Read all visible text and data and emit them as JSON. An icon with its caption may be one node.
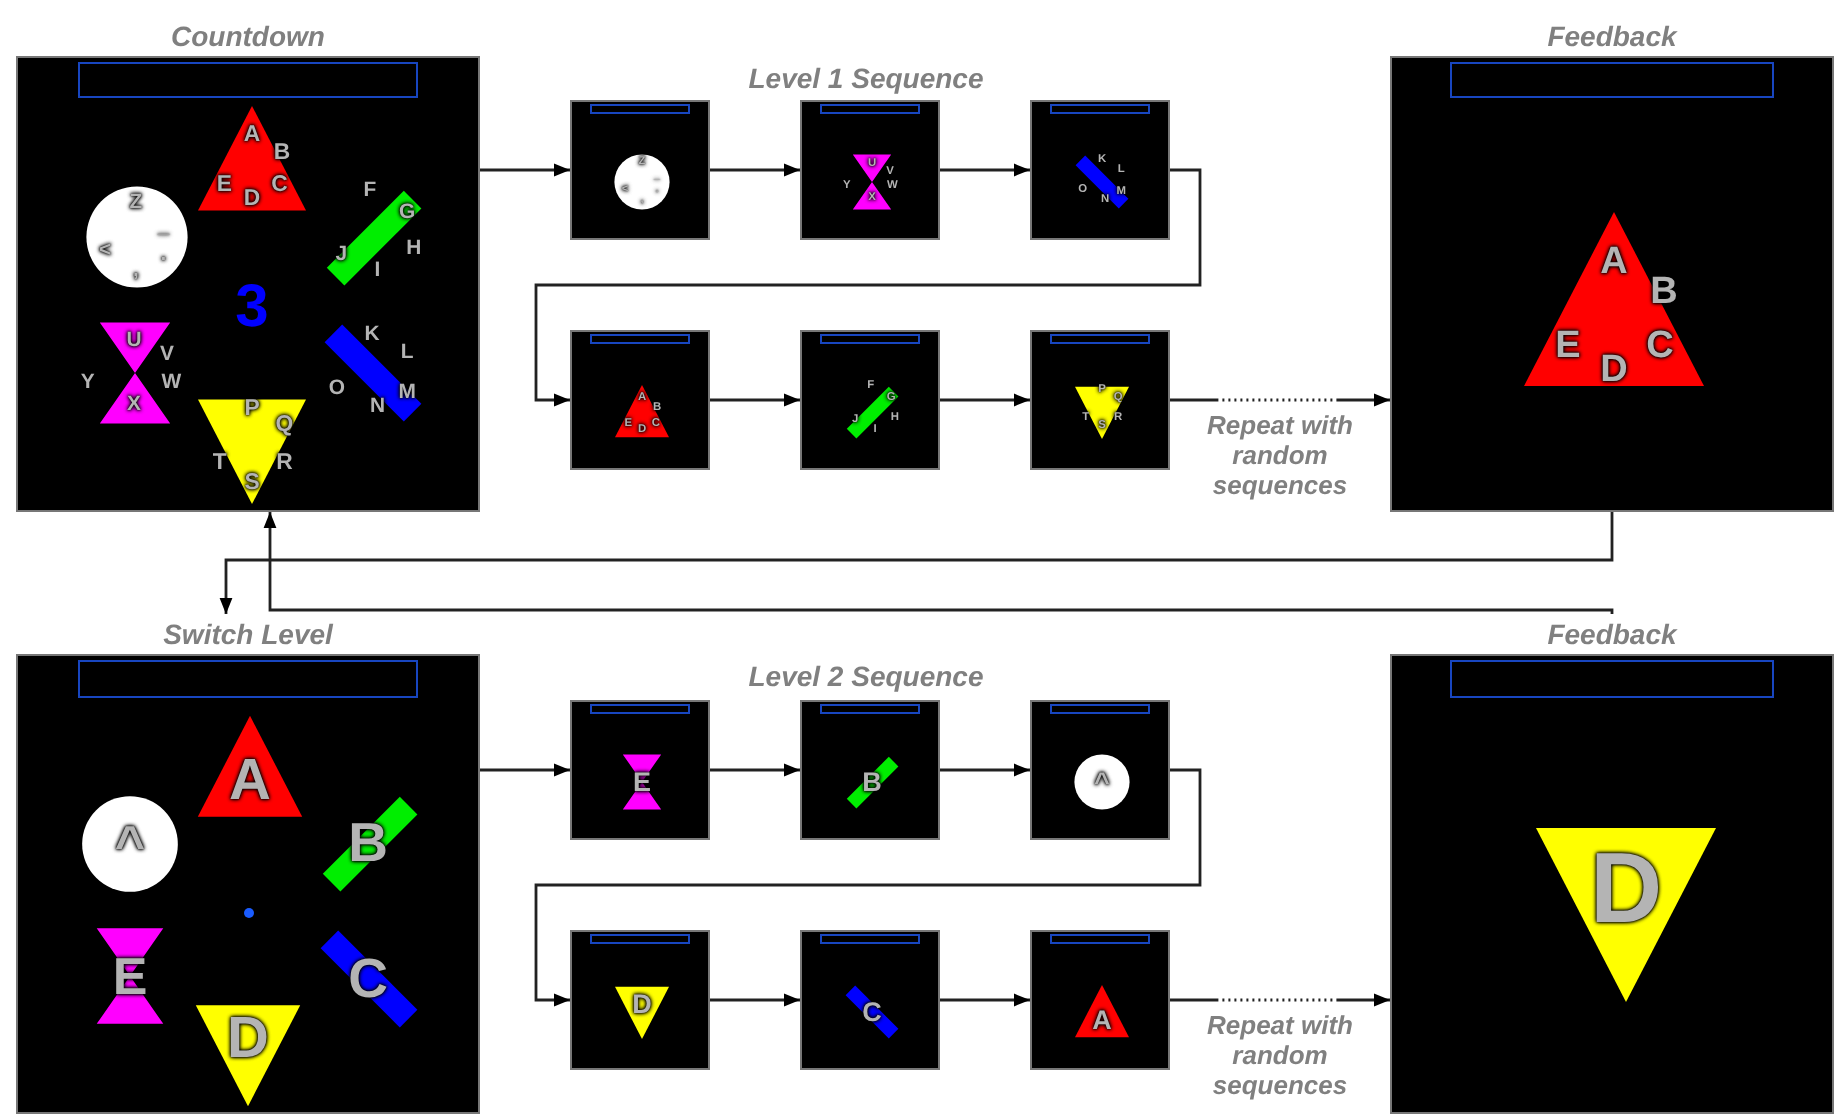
{
  "diagram": {
    "nodes": [
      {
        "text": [
          "Countdown"
        ]
      },
      {
        "text": [
          "A",
          "B",
          "E",
          "C",
          "D"
        ],
        "in": 0
      },
      {
        "text": [
          "Z",
          "_",
          "<",
          ".",
          ","
        ],
        "in": 0
      },
      {
        "text": [
          "F",
          "G",
          "H",
          "J",
          "I"
        ],
        "in": 0
      },
      {
        "text": [
          "U",
          "V",
          "Y",
          "W",
          "X"
        ],
        "in": 0
      },
      {
        "text": [
          "K",
          "L",
          "O",
          "M",
          "N"
        ],
        "in": 0
      },
      {
        "text": [
          "P",
          "Q",
          "T",
          "R",
          "S"
        ],
        "in": 0
      },
      {
        "text": [],
        "shape": "box"
      },
      {
        "text": [
          "Z",
          "_",
          "<",
          ".",
          ","
        ],
        "in": 7
      },
      {
        "text": [],
        "shape": "box"
      },
      {
        "text": [
          "U",
          "V",
          "Y",
          "W",
          "X"
        ],
        "in": 9
      },
      {
        "text": [],
        "shape": "box"
      },
      {
        "text": [
          "K",
          "L",
          "O",
          "M",
          "N"
        ],
        "in": 11
      },
      {
        "text": [],
        "shape": "box"
      },
      {
        "text": [
          "A",
          "B",
          "E",
          "C",
          "D"
        ],
        "in": 13
      },
      {
        "text": [],
        "shape": "box"
      },
      {
        "text": [
          "F",
          "G",
          "H",
          "J",
          "I"
        ],
        "in": 15
      },
      {
        "text": [],
        "shape": "box"
      },
      {
        "text": [
          "P",
          "Q",
          "T",
          "R",
          "S"
        ],
        "in": 17
      },
      {
        "text": [
          "Feedback"
        ]
      },
      {
        "text": [
          "A",
          "B",
          "E",
          "C",
          "D"
        ],
        "in": 19
      },
      {
        "text": [
          "Switch Level"
        ]
      },
      {
        "text": [
          "A"
        ],
        "in": 21
      },
      {
        "text": [
          "^"
        ],
        "in": 21
      },
      {
        "text": [
          "B"
        ],
        "in": 21
      },
      {
        "text": [
          "E"
        ],
        "in": 21
      },
      {
        "text": [
          "C"
        ],
        "in": 21
      },
      {
        "text": [
          "D"
        ],
        "in": 21
      },
      {
        "text": [],
        "shape": "box"
      },
      {
        "text": [
          "E"
        ],
        "in": 28
      },
      {
        "text": [],
        "shape": "box"
      },
      {
        "text": [
          "B"
        ],
        "in": 30
      },
      {
        "text": [],
        "shape": "box"
      },
      {
        "text": [
          "^"
        ],
        "in": 32
      },
      {
        "text": [],
        "shape": "box"
      },
      {
        "text": [
          "D"
        ],
        "in": 34
      },
      {
        "text": [],
        "shape": "box"
      },
      {
        "text": [
          "C"
        ],
        "in": 36
      },
      {
        "text": [],
        "shape": "box"
      },
      {
        "text": [
          "A"
        ],
        "in": 38
      },
      {
        "text": [
          "Feedback"
        ]
      },
      {
        "text": [
          "D"
        ],
        "in": 40
      }
    ],
    "edges": [
      {
        "from": 0,
        "to": 7,
        "arrow": "to"
      },
      {
        "from": 7,
        "to": 9,
        "arrow": "to"
      },
      {
        "from": 9,
        "to": 11,
        "arrow": "to"
      },
      {
        "from": 11,
        "to": 13,
        "arrow": "to"
      },
      {
        "from": 13,
        "to": 15,
        "arrow": "to"
      },
      {
        "from": 15,
        "to": 17,
        "arrow": "to"
      },
      {
        "from": 17,
        "to": 19,
        "arrow": "to",
        "style": "dashed",
        "label": "Repeat with random sequences"
      },
      {
        "from": 19,
        "to": 21,
        "arrow": "to"
      },
      {
        "from": 40,
        "to": 0,
        "arrow": "to"
      },
      {
        "from": 21,
        "to": 28,
        "arrow": "to"
      },
      {
        "from": 28,
        "to": 30,
        "arrow": "to"
      },
      {
        "from": 30,
        "to": 32,
        "arrow": "to"
      },
      {
        "from": 32,
        "to": 34,
        "arrow": "to"
      },
      {
        "from": 34,
        "to": 36,
        "arrow": "to"
      },
      {
        "from": 36,
        "to": 38,
        "arrow": "to"
      },
      {
        "from": 38,
        "to": 40,
        "arrow": "to",
        "style": "dashed",
        "label": "Repeat with random sequences"
      }
    ],
    "labels": [
      "Level 1 Sequence",
      "3",
      "Level 2 Sequence"
    ]
  }
}
